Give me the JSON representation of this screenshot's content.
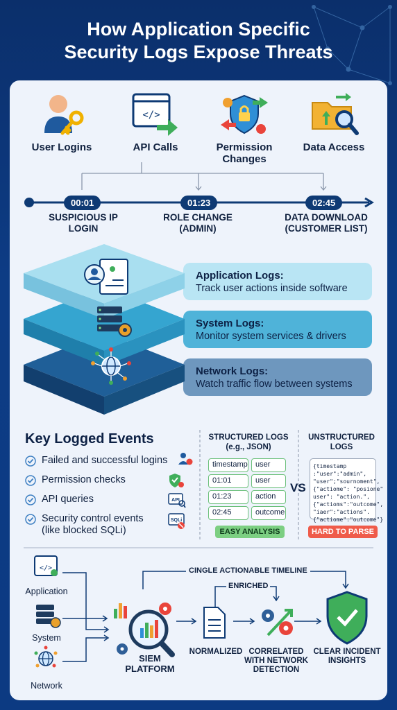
{
  "title_line1": "How Application Specific",
  "title_line2": "Security Logs Expose Threats",
  "sources": [
    {
      "label": "User Logins",
      "icon": "user-key-icon"
    },
    {
      "label": "API Calls",
      "icon": "api-code-icon"
    },
    {
      "label": "Permission Changes",
      "icon": "permission-shield-icon"
    },
    {
      "label": "Data Access",
      "icon": "folder-search-icon"
    }
  ],
  "timeline": [
    {
      "time": "00:01",
      "label": "SUSPICIOUS IP LOGIN"
    },
    {
      "time": "01:23",
      "label": "ROLE CHANGE (ADMIN)"
    },
    {
      "time": "02:45",
      "label": "DATA DOWNLOAD (CUSTOMER LIST)"
    }
  ],
  "layers": [
    {
      "title": "Application Logs:",
      "desc": "Track user actions inside software"
    },
    {
      "title": "System Logs:",
      "desc": "Monitor system services & drivers"
    },
    {
      "title": "Network Logs:",
      "desc": "Watch traffic flow between systems"
    }
  ],
  "key_events": {
    "title": "Key Logged Events",
    "items": [
      "Failed and successful logins",
      "Permission checks",
      "API queries",
      "Security control events (like blocked SQLi)"
    ]
  },
  "structured": {
    "heading": "STRUCTURED LOGS (e.g., JSON)",
    "rows": [
      [
        "timestamp",
        "user"
      ],
      [
        "01:01",
        "user"
      ],
      [
        "01:23",
        "action"
      ],
      [
        "02:45",
        "outcome"
      ]
    ],
    "badge": "EASY ANALYSIS"
  },
  "vs": "VS",
  "unstructured": {
    "heading": "UNSTRUCTURED LOGS",
    "text": "{timestamp\n:\"user\":\"admin\",\n\"user\";\"sournoment\",\n{\"actiome\": \"posione\"\nuser\": \"action.\",\n{\"actioms\":\"outcome\",\n\"iaer\":\"actions\".\n{\"actiome\":\"outcome\"}",
    "badge": "HARD TO PARSE"
  },
  "pipeline": {
    "sources": [
      "Application",
      "System",
      "Network"
    ],
    "siem": "SIEM PLATFORM",
    "top_label": "CINGLE ACTIONABLE TIMELINE",
    "enriched": "ENRICHED",
    "normalized": "NORMALIZED",
    "correlated": "CORRELATED WITH NETWORK DETECTION",
    "insights": "CLEAR INCIDENT INSIGHTS"
  },
  "colors": {
    "navy": "#0e3a74",
    "app_layer": "#a9dff0",
    "sys_layer": "#35a5d0",
    "net_layer": "#1f5f98",
    "green": "#6cc07b",
    "red": "#ef5b4a"
  }
}
